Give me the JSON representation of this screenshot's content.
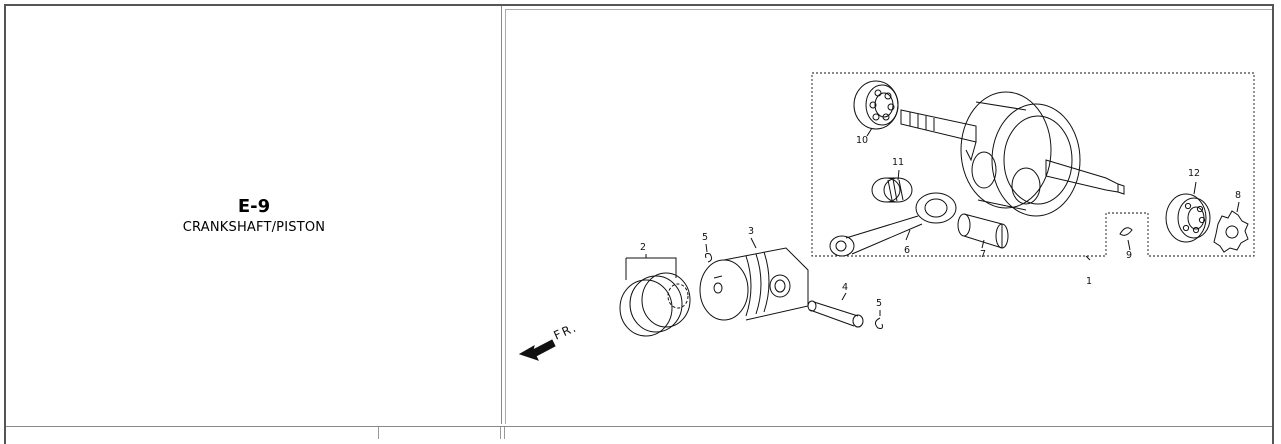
{
  "section": {
    "code": "E-9",
    "title": "CRANKSHAFT/PISTON"
  },
  "diagram": {
    "callouts": [
      "1",
      "2",
      "3",
      "4",
      "5",
      "5",
      "6",
      "7",
      "8",
      "9",
      "10",
      "11",
      "12"
    ],
    "direction_label": "FR."
  }
}
